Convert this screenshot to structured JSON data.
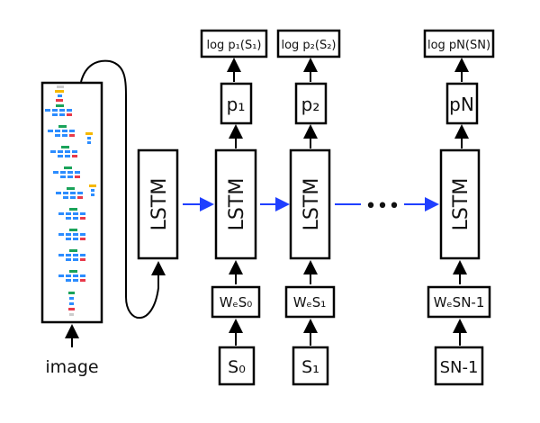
{
  "image_label": "image",
  "lstm_label": "LSTM",
  "ellipsis": "•••",
  "outputs": [
    {
      "log": "log p₁(S₁)",
      "p": "p₁"
    },
    {
      "log": "log p₂(S₂)",
      "p": "p₂"
    },
    {
      "log": "log pN(SN)",
      "p": "pN"
    }
  ],
  "embeddings": [
    "WₑS₀",
    "WₑS₁",
    "WₑSN-1"
  ],
  "inputs": [
    "S₀",
    "S₁",
    "SN-1"
  ],
  "colors": {
    "recurrent_arrow": "#1f3fff",
    "cnn_conv": "#2b8cff",
    "cnn_pool": "#e8394a",
    "cnn_concat": "#1aa35a",
    "cnn_softmax": "#f5b800"
  }
}
